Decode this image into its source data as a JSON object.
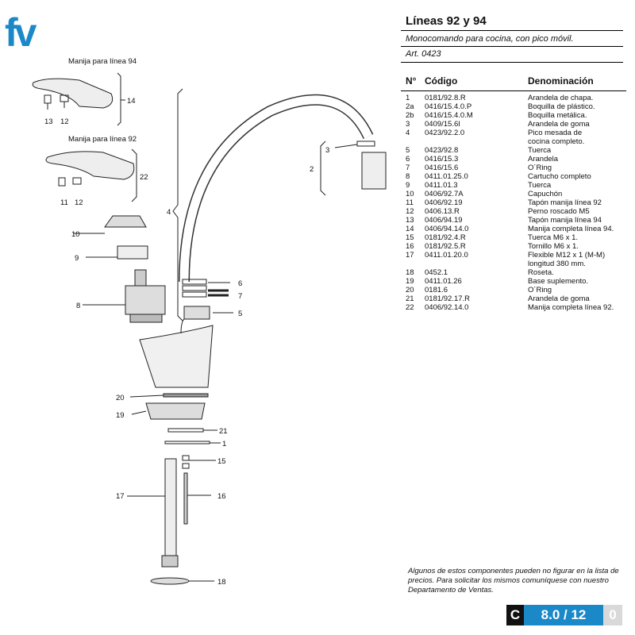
{
  "brand": {
    "logo_text": "fv",
    "color": "#1b88c8"
  },
  "header": {
    "title": "Líneas 92 y 94",
    "subtitle": "Monocomando para cocina, con pico móvil.",
    "article": "Art. 0423"
  },
  "diagram": {
    "label_handle_94": "Manija para línea 94",
    "label_handle_92": "Manija para línea 92",
    "callouts": [
      "14",
      "13",
      "12",
      "22",
      "11",
      "12",
      "10",
      "9",
      "8",
      "4",
      "3",
      "2",
      "6",
      "7",
      "5",
      "20",
      "19",
      "21",
      "1",
      "15",
      "17",
      "16",
      "18"
    ]
  },
  "table": {
    "headers": [
      "N°",
      "Código",
      "Denominación"
    ],
    "rows": [
      [
        "1",
        "0181/92.8.R",
        "Arandela de chapa."
      ],
      [
        "2a",
        "0416/15.4.0.P",
        "Boquilla de plástico."
      ],
      [
        "2b",
        "0416/15.4.0.M",
        "Boquilla metálica."
      ],
      [
        "3",
        "0409/15.6I",
        "Arandela de goma"
      ],
      [
        "4",
        "0423/92.2.0",
        "Pico mesada de\ncocina completo."
      ],
      [
        "5",
        "0423/92.8",
        "Tuerca"
      ],
      [
        "6",
        "0416/15.3",
        "Arandela"
      ],
      [
        "7",
        "0416/15.6",
        "O´Ring"
      ],
      [
        "8",
        "0411.01.25.0",
        "Cartucho completo"
      ],
      [
        "9",
        "0411.01.3",
        "Tuerca"
      ],
      [
        "10",
        "0406/92.7A",
        "Capuchón"
      ],
      [
        "11",
        "0406/92.19",
        "Tapón manija línea 92"
      ],
      [
        "12",
        "0406.13.R",
        "Perno roscado M5"
      ],
      [
        "13",
        "0406/94.19",
        "Tapón manija línea 94"
      ],
      [
        "14",
        "0406/94.14.0",
        "Manija completa línea 94."
      ],
      [
        "15",
        "0181/92.4.R",
        "Tuerca M6 x 1."
      ],
      [
        "16",
        "0181/92.5.R",
        "Tornillo M6 x 1."
      ],
      [
        "17",
        "0411.01.20.0",
        "Flexible M12 x 1 (M-M)\nlongitud 380 mm."
      ],
      [
        "18",
        "0452.1",
        "Roseta."
      ],
      [
        "19",
        "0411.01.26",
        "Base suplemento."
      ],
      [
        "20",
        "0181.6",
        "O´Ring"
      ],
      [
        "21",
        "0181/92.17.R",
        "Arandela de goma"
      ],
      [
        "22",
        "0406/92.14.0",
        "Manija completa línea 92."
      ]
    ]
  },
  "note": "Algunos de estos componentes pueden no figurar en la lista de precios. Para solicitar los mismos comuníquese con nuestro Departamento de Ventas.",
  "page_tag": {
    "letter": "C",
    "page": "8.0 / 12",
    "rev": "0",
    "letter_bg": "#111111",
    "page_bg": "#1b88c8",
    "rev_bg": "#d9d9d9"
  }
}
